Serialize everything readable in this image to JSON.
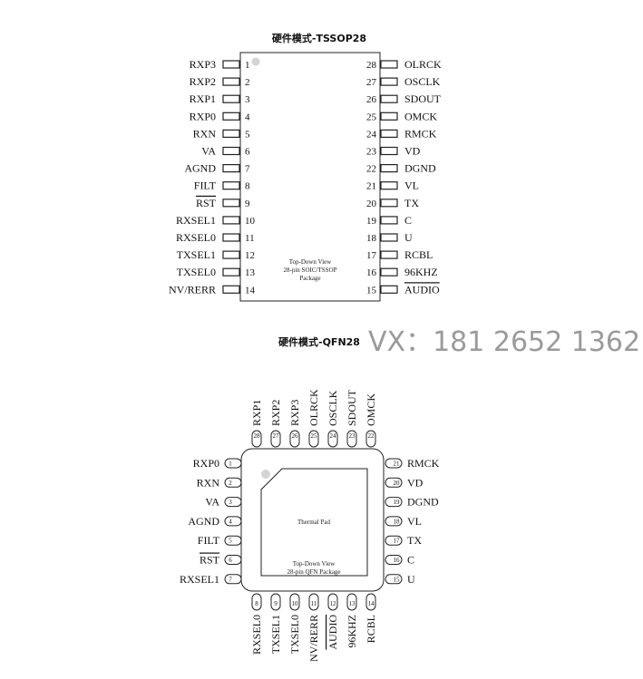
{
  "tssop": {
    "title": "硬件模式-TSSOP28",
    "view_line1": "Top-Down View",
    "view_line2": "28-pin SOIC/TSSOP",
    "view_line3": "Package",
    "left_pins": [
      {
        "num": "1",
        "name": "RXP3"
      },
      {
        "num": "2",
        "name": "RXP2"
      },
      {
        "num": "3",
        "name": "RXP1"
      },
      {
        "num": "4",
        "name": "RXP0"
      },
      {
        "num": "5",
        "name": "RXN"
      },
      {
        "num": "6",
        "name": "VA"
      },
      {
        "num": "7",
        "name": "AGND"
      },
      {
        "num": "8",
        "name": "FILT"
      },
      {
        "num": "9",
        "name": "RST",
        "overline": true
      },
      {
        "num": "10",
        "name": "RXSEL1"
      },
      {
        "num": "11",
        "name": "RXSEL0"
      },
      {
        "num": "12",
        "name": "TXSEL1"
      },
      {
        "num": "13",
        "name": "TXSEL0"
      },
      {
        "num": "14",
        "name": "NV/RERR"
      }
    ],
    "right_pins": [
      {
        "num": "28",
        "name": "OLRCK"
      },
      {
        "num": "27",
        "name": "OSCLK"
      },
      {
        "num": "26",
        "name": "SDOUT"
      },
      {
        "num": "25",
        "name": "OMCK"
      },
      {
        "num": "24",
        "name": "RMCK"
      },
      {
        "num": "23",
        "name": "VD"
      },
      {
        "num": "22",
        "name": "DGND"
      },
      {
        "num": "21",
        "name": "VL"
      },
      {
        "num": "20",
        "name": "TX"
      },
      {
        "num": "19",
        "name": "C"
      },
      {
        "num": "18",
        "name": "U"
      },
      {
        "num": "17",
        "name": "RCBL"
      },
      {
        "num": "16",
        "name": "96KHZ"
      },
      {
        "num": "15",
        "name": "AUDIO",
        "overline": true
      }
    ]
  },
  "qfn": {
    "title": "硬件模式-QFN28",
    "thermal_pad": "Thermal Pad",
    "view_line1": "Top-Down View",
    "view_line2": "28-pin QFN Package",
    "left_pins": [
      {
        "num": "1",
        "name": "RXP0"
      },
      {
        "num": "2",
        "name": "RXN"
      },
      {
        "num": "3",
        "name": "VA"
      },
      {
        "num": "4",
        "name": "AGND"
      },
      {
        "num": "5",
        "name": "FILT"
      },
      {
        "num": "6",
        "name": "RST",
        "overline": true
      },
      {
        "num": "7",
        "name": "RXSEL1"
      }
    ],
    "right_pins": [
      {
        "num": "21",
        "name": "RMCK"
      },
      {
        "num": "20",
        "name": "VD"
      },
      {
        "num": "19",
        "name": "DGND"
      },
      {
        "num": "18",
        "name": "VL"
      },
      {
        "num": "17",
        "name": "TX"
      },
      {
        "num": "16",
        "name": "C"
      },
      {
        "num": "15",
        "name": "U"
      }
    ],
    "top_pins": [
      {
        "num": "28",
        "name": "RXP1"
      },
      {
        "num": "27",
        "name": "RXP2"
      },
      {
        "num": "26",
        "name": "RXP3"
      },
      {
        "num": "25",
        "name": "OLRCK"
      },
      {
        "num": "24",
        "name": "OSCLK"
      },
      {
        "num": "23",
        "name": "SDOUT"
      },
      {
        "num": "22",
        "name": "OMCK"
      }
    ],
    "bottom_pins": [
      {
        "num": "8",
        "name": "RXSEL0"
      },
      {
        "num": "9",
        "name": "TXSEL1"
      },
      {
        "num": "10",
        "name": "TXSEL0"
      },
      {
        "num": "11",
        "name": "NV/RERR"
      },
      {
        "num": "12",
        "name": "AUDIO",
        "overline": true
      },
      {
        "num": "13",
        "name": "96KHZ"
      },
      {
        "num": "14",
        "name": "RCBL"
      }
    ]
  },
  "watermark": "VX：181 2652 1362"
}
